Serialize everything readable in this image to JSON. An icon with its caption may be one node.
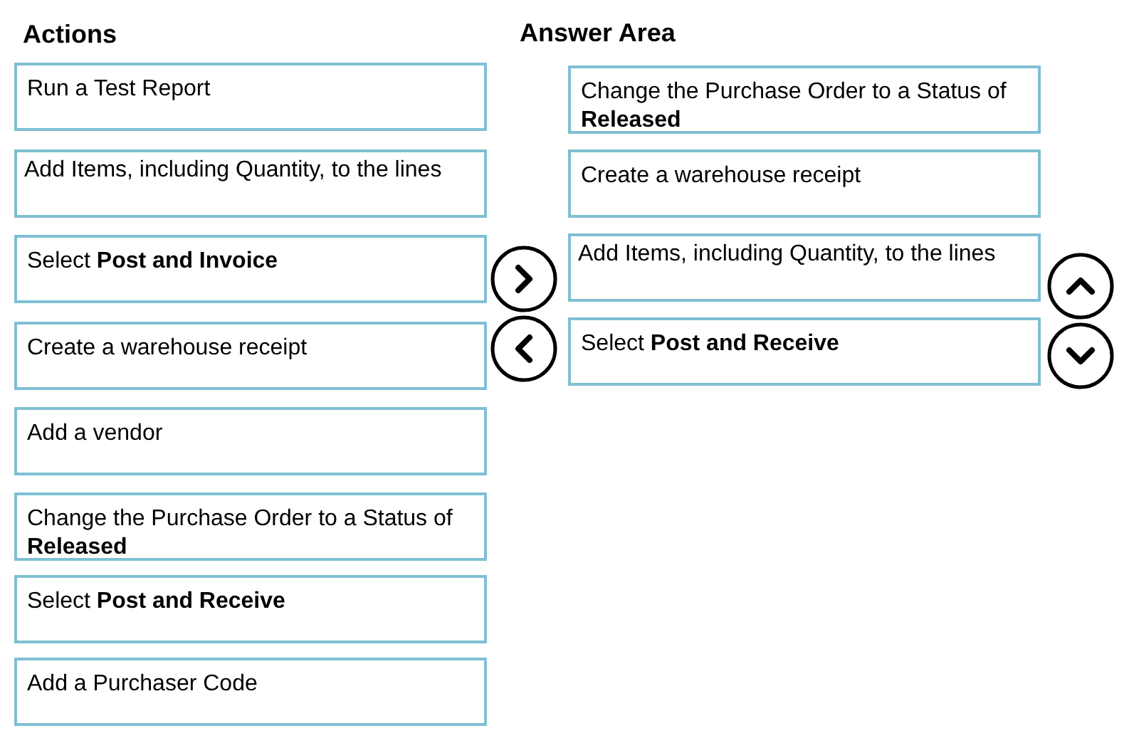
{
  "diagram": {
    "nodes": [
      {
        "text": [
          "Run a Test Report"
        ]
      },
      {
        "text": [
          "Add Items, including Quantity, to the lines"
        ]
      },
      {
        "text": [
          "Select **Post and Invoice**"
        ]
      },
      {
        "text": [
          "Create a warehouse receipt"
        ]
      },
      {
        "text": [
          "Add a vendor"
        ]
      },
      {
        "text": [
          "Change the Purchase Order to a Status of **Released**"
        ]
      },
      {
        "text": [
          "Select **Post and Receive**"
        ]
      },
      {
        "text": [
          "Add a Purchaser Code"
        ]
      },
      {
        "text": [
          "Change the Purchase Order to a Status of **Released**"
        ]
      },
      {
        "text": [
          "Create a warehouse receipt"
        ]
      },
      {
        "text": [
          "Add Items, including Quantity, to the lines"
        ]
      },
      {
        "text": [
          "Select **Post and Receive**"
        ]
      }
    ],
    "labels": [
      "Actions",
      "Answer Area"
    ]
  }
}
